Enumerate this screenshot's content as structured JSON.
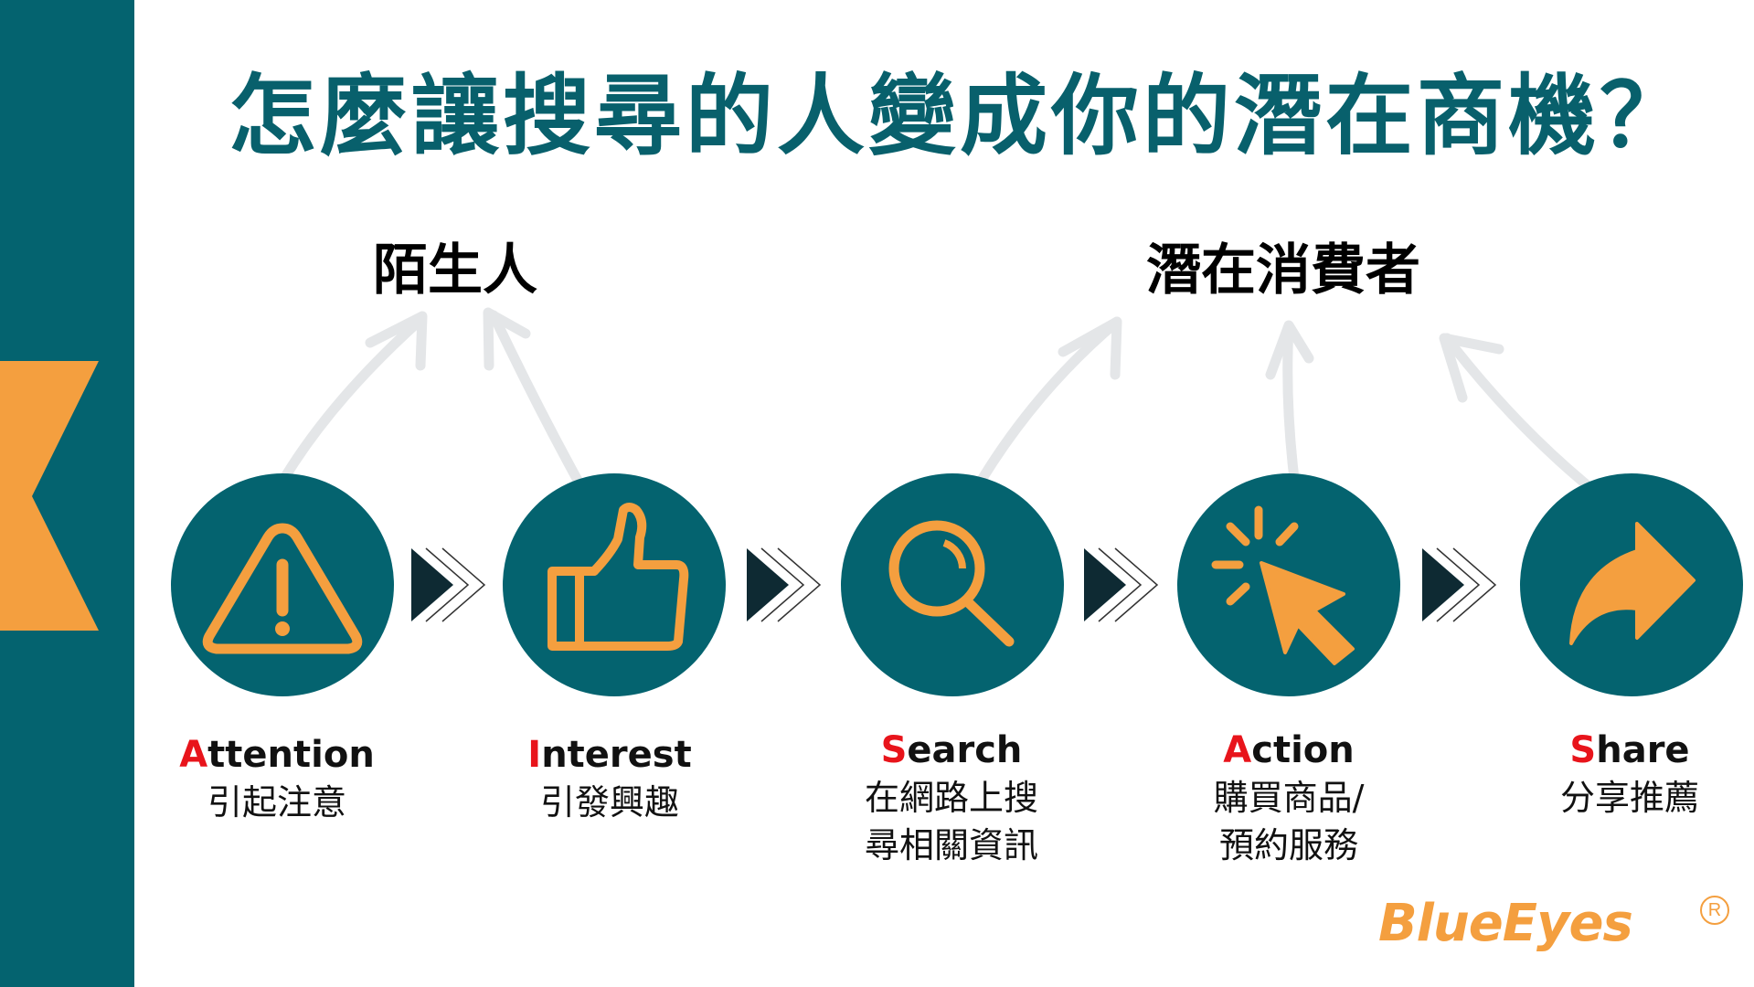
{
  "title": "怎麼讓搜尋的人變成你的潛在商機？",
  "groups": [
    {
      "label": "陌生人"
    },
    {
      "label": "潛在消費者"
    }
  ],
  "stages": [
    {
      "initial": "A",
      "rest": "ttention",
      "zh_line1": "引起注意",
      "zh_line2": "",
      "icon": "warning-icon"
    },
    {
      "initial": "I",
      "rest": "nterest",
      "zh_line1": "引發興趣",
      "zh_line2": "",
      "icon": "thumbs-up-icon"
    },
    {
      "initial": "S",
      "rest": "earch",
      "zh_line1": "在網路上搜",
      "zh_line2": "尋相關資訊",
      "icon": "search-icon"
    },
    {
      "initial": "A",
      "rest": "ction",
      "zh_line1": "購買商品/",
      "zh_line2": "預約服務",
      "icon": "cursor-click-icon"
    },
    {
      "initial": "S",
      "rest": "hare",
      "zh_line1": "分享推薦",
      "zh_line2": "",
      "icon": "share-icon"
    }
  ],
  "logo": {
    "text": "BlueEyes",
    "registered": "R"
  },
  "colors": {
    "teal": "#04636f",
    "orange": "#f49f3f",
    "accent_red": "#e8141b",
    "arrow_gray": "#e4e6e8",
    "chevron_dark": "#0e2a33"
  }
}
